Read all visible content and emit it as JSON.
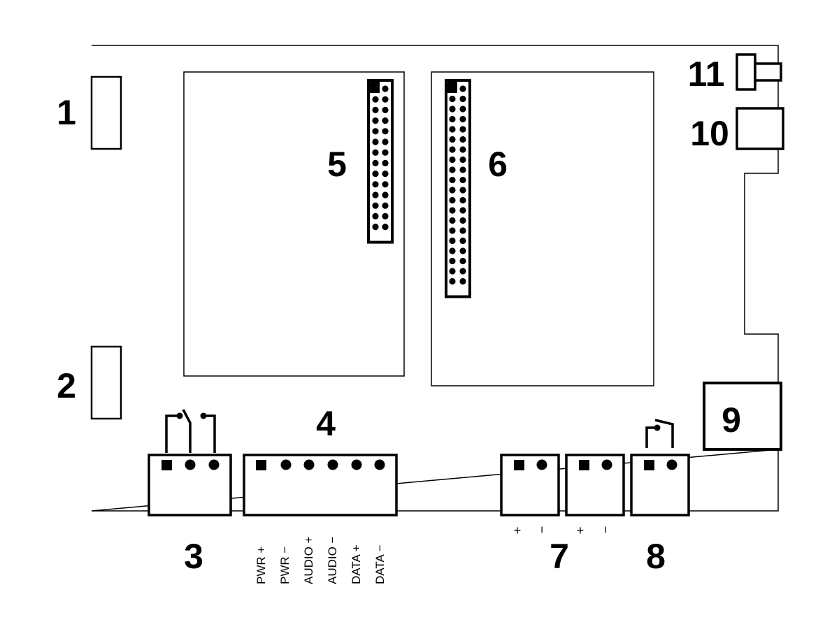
{
  "callouts": {
    "c1": "1",
    "c2": "2",
    "c3": "3",
    "c4": "4",
    "c5": "5",
    "c6": "6",
    "c7": "7",
    "c8": "8",
    "c9": "9",
    "c10": "10",
    "c11": "11"
  },
  "connector4_pins": [
    "PWR +",
    "PWR −",
    "AUDIO +",
    "AUDIO −",
    "DATA +",
    "DATA −"
  ],
  "connector7_pins": {
    "a_plus": "+",
    "a_minus": "−",
    "b_plus": "+",
    "b_minus": "−"
  },
  "header5": {
    "rows": 14
  },
  "header6": {
    "rows": 20
  },
  "colors": {
    "line": "#000000",
    "background": "#ffffff"
  }
}
